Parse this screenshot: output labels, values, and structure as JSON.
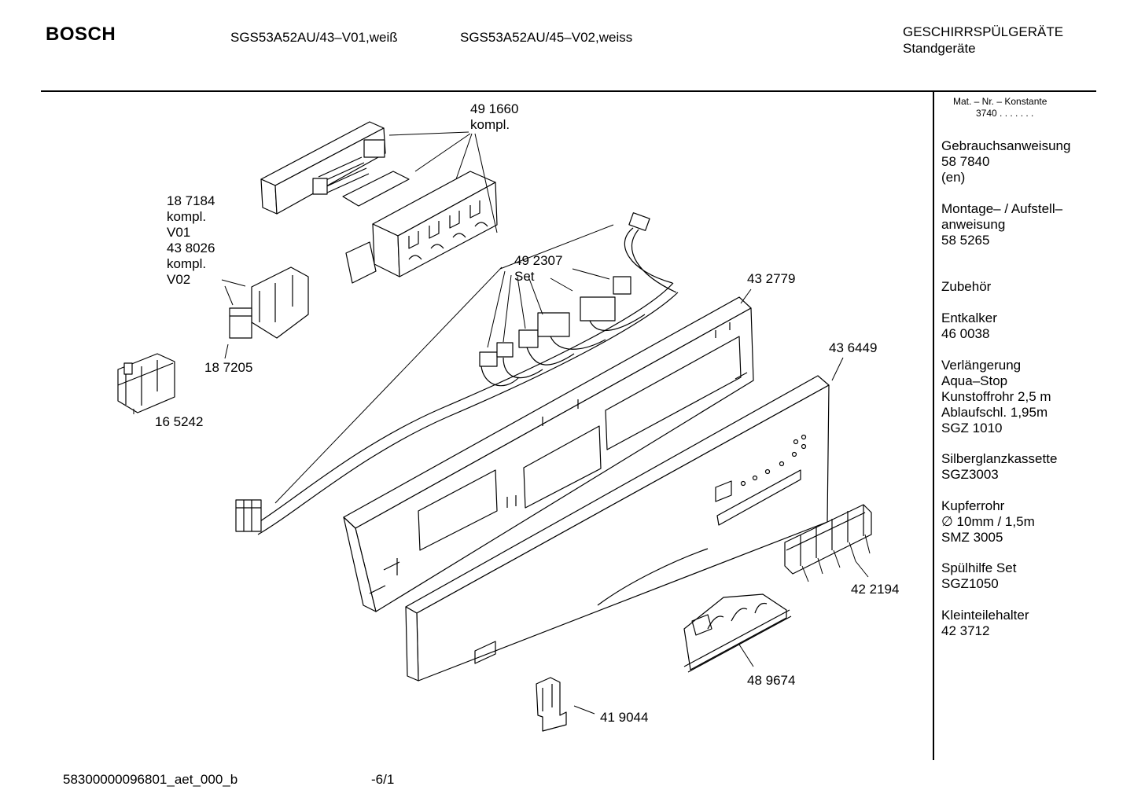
{
  "header": {
    "brand": "BOSCH",
    "model_1": "SGS53A52AU/43–V01,weiß",
    "model_2": "SGS53A52AU/45–V02,weiss",
    "category": "GESCHIRRSPÜLGERÄTE",
    "subcategory": "Standgeräte"
  },
  "sidebar": {
    "mat_line1": "Mat. – Nr. – Konstante",
    "mat_line2": "3740 . . . . . . .",
    "groups": [
      {
        "lines": [
          "Gebrauchsanweisung",
          "58 7840",
          "(en)"
        ]
      },
      {
        "lines": [
          "Montage– / Aufstell–",
          "anweisung",
          "58 5265"
        ]
      },
      {
        "lines": [
          "Zubehör"
        ]
      },
      {
        "lines": [
          "Entkalker",
          "46 0038"
        ]
      },
      {
        "lines": [
          "Verlängerung",
          "Aqua–Stop",
          "Kunstoffrohr 2,5 m",
          "Ablaufschl. 1,95m",
          "SGZ 1010"
        ]
      },
      {
        "lines": [
          "Silberglanzkassette",
          "SGZ3003"
        ]
      },
      {
        "lines": [
          "Kupferrohr",
          "∅ 10mm / 1,5m",
          "SMZ 3005"
        ]
      },
      {
        "lines": [
          "Spülhilfe Set",
          "SGZ1050"
        ]
      },
      {
        "lines": [
          "Kleinteilehalter",
          "42 3712"
        ]
      }
    ]
  },
  "parts": {
    "p491660": [
      "49  1660",
      "kompl."
    ],
    "p187184": [
      "18 7184",
      "kompl.",
      "V01",
      "43 8026",
      "kompl.",
      "V02"
    ],
    "p187205": "18 7205",
    "p165242": "16 5242",
    "p492307": [
      "49 2307",
      "Set"
    ],
    "p432779": "43 2779",
    "p436449": "43 6449",
    "p422194": "42 2194",
    "p489674": "48 9674",
    "p419044": "41 9044"
  },
  "footer": {
    "doc_id": "58300000096801_aet_000_b",
    "page": "-6/1"
  }
}
